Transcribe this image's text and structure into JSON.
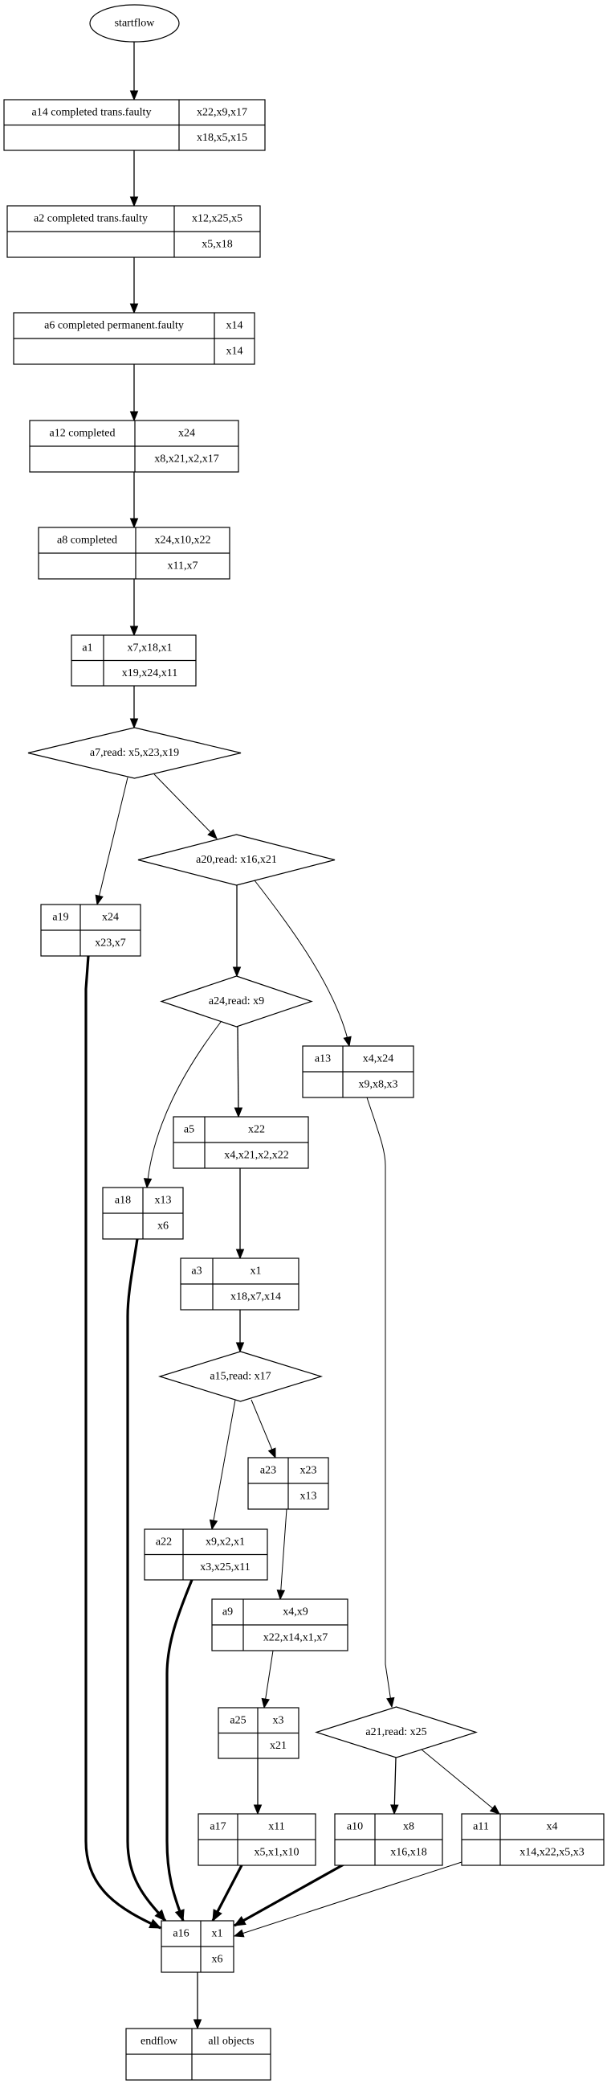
{
  "diagram": {
    "type": "flowchart",
    "colors": {
      "stroke": "#000000",
      "background": "#ffffff",
      "text": "#000000"
    },
    "nodes": [
      {
        "id": "startflow",
        "shape": "ellipse",
        "label": "startflow"
      },
      {
        "id": "a14",
        "shape": "record",
        "title": "a14  completed trans.faulty",
        "top_right": "x22,x9,x17",
        "bottom_right": "x18,x5,x15"
      },
      {
        "id": "a2",
        "shape": "record",
        "title": "a2  completed trans.faulty",
        "top_right": "x12,x25,x5",
        "bottom_right": "x5,x18"
      },
      {
        "id": "a6",
        "shape": "record",
        "title": "a6  completed permanent.faulty",
        "top_right": "x14",
        "bottom_right": "x14"
      },
      {
        "id": "a12",
        "shape": "record",
        "title": "a12  completed",
        "top_right": "x24",
        "bottom_right": "x8,x21,x2,x17"
      },
      {
        "id": "a8",
        "shape": "record",
        "title": "a8  completed",
        "top_right": "x24,x10,x22",
        "bottom_right": "x11,x7"
      },
      {
        "id": "a1",
        "shape": "record",
        "title": "a1",
        "top_right": "x7,x18,x1",
        "bottom_right": "x19,x24,x11"
      },
      {
        "id": "a7",
        "shape": "diamond",
        "label": "a7,read: x5,x23,x19"
      },
      {
        "id": "a20",
        "shape": "diamond",
        "label": "a20,read: x16,x21"
      },
      {
        "id": "a19",
        "shape": "record",
        "title": "a19",
        "top_right": "x24",
        "bottom_right": "x23,x7"
      },
      {
        "id": "a24",
        "shape": "diamond",
        "label": "a24,read: x9"
      },
      {
        "id": "a13",
        "shape": "record",
        "title": "a13",
        "top_right": "x4,x24",
        "bottom_right": "x9,x8,x3"
      },
      {
        "id": "a5",
        "shape": "record",
        "title": "a5",
        "top_right": "x22",
        "bottom_right": "x4,x21,x2,x22"
      },
      {
        "id": "a18",
        "shape": "record",
        "title": "a18",
        "top_right": "x13",
        "bottom_right": "x6"
      },
      {
        "id": "a3",
        "shape": "record",
        "title": "a3",
        "top_right": "x1",
        "bottom_right": "x18,x7,x14"
      },
      {
        "id": "a15",
        "shape": "diamond",
        "label": "a15,read: x17"
      },
      {
        "id": "a23",
        "shape": "record",
        "title": "a23",
        "top_right": "x23",
        "bottom_right": "x13"
      },
      {
        "id": "a22",
        "shape": "record",
        "title": "a22",
        "top_right": "x9,x2,x1",
        "bottom_right": "x3,x25,x11"
      },
      {
        "id": "a9",
        "shape": "record",
        "title": "a9",
        "top_right": "x4,x9",
        "bottom_right": "x22,x14,x1,x7"
      },
      {
        "id": "a25",
        "shape": "record",
        "title": "a25",
        "top_right": "x3",
        "bottom_right": "x21"
      },
      {
        "id": "a21",
        "shape": "diamond",
        "label": "a21,read: x25"
      },
      {
        "id": "a17",
        "shape": "record",
        "title": "a17",
        "top_right": "x11",
        "bottom_right": "x5,x1,x10"
      },
      {
        "id": "a10",
        "shape": "record",
        "title": "a10",
        "top_right": "x8",
        "bottom_right": "x16,x18"
      },
      {
        "id": "a11",
        "shape": "record",
        "title": "a11",
        "top_right": "x4",
        "bottom_right": "x14,x22,x5,x3"
      },
      {
        "id": "a16",
        "shape": "record",
        "title": "a16",
        "top_right": "x1",
        "bottom_right": "x6"
      },
      {
        "id": "endflow",
        "shape": "record",
        "title": "endflow",
        "top_right": "all objects",
        "bottom_right": ""
      }
    ],
    "edges": [
      {
        "from": "startflow",
        "to": "a14",
        "style": "normal"
      },
      {
        "from": "a14",
        "to": "a2",
        "style": "normal"
      },
      {
        "from": "a2",
        "to": "a6",
        "style": "normal"
      },
      {
        "from": "a6",
        "to": "a12",
        "style": "normal"
      },
      {
        "from": "a12",
        "to": "a8",
        "style": "normal"
      },
      {
        "from": "a8",
        "to": "a1",
        "style": "normal"
      },
      {
        "from": "a1",
        "to": "a7",
        "style": "normal"
      },
      {
        "from": "a7",
        "to": "a19",
        "style": "thin"
      },
      {
        "from": "a7",
        "to": "a20",
        "style": "thin"
      },
      {
        "from": "a20",
        "to": "a24",
        "style": "normal"
      },
      {
        "from": "a20",
        "to": "a13",
        "style": "thin"
      },
      {
        "from": "a24",
        "to": "a5",
        "style": "normal"
      },
      {
        "from": "a24",
        "to": "a18",
        "style": "thin"
      },
      {
        "from": "a5",
        "to": "a3",
        "style": "normal"
      },
      {
        "from": "a3",
        "to": "a15",
        "style": "normal"
      },
      {
        "from": "a15",
        "to": "a22",
        "style": "thin"
      },
      {
        "from": "a15",
        "to": "a23",
        "style": "thin"
      },
      {
        "from": "a23",
        "to": "a9",
        "style": "thin"
      },
      {
        "from": "a9",
        "to": "a25",
        "style": "thin"
      },
      {
        "from": "a13",
        "to": "a21",
        "style": "thin"
      },
      {
        "from": "a21",
        "to": "a10",
        "style": "normal"
      },
      {
        "from": "a21",
        "to": "a11",
        "style": "thin"
      },
      {
        "from": "a25",
        "to": "a17",
        "style": "normal"
      },
      {
        "from": "a19",
        "to": "a16",
        "style": "bold"
      },
      {
        "from": "a18",
        "to": "a16",
        "style": "bold"
      },
      {
        "from": "a22",
        "to": "a16",
        "style": "bold"
      },
      {
        "from": "a17",
        "to": "a16",
        "style": "bold"
      },
      {
        "from": "a10",
        "to": "a16",
        "style": "bold"
      },
      {
        "from": "a11",
        "to": "a16",
        "style": "thin"
      },
      {
        "from": "a16",
        "to": "endflow",
        "style": "normal"
      }
    ]
  }
}
